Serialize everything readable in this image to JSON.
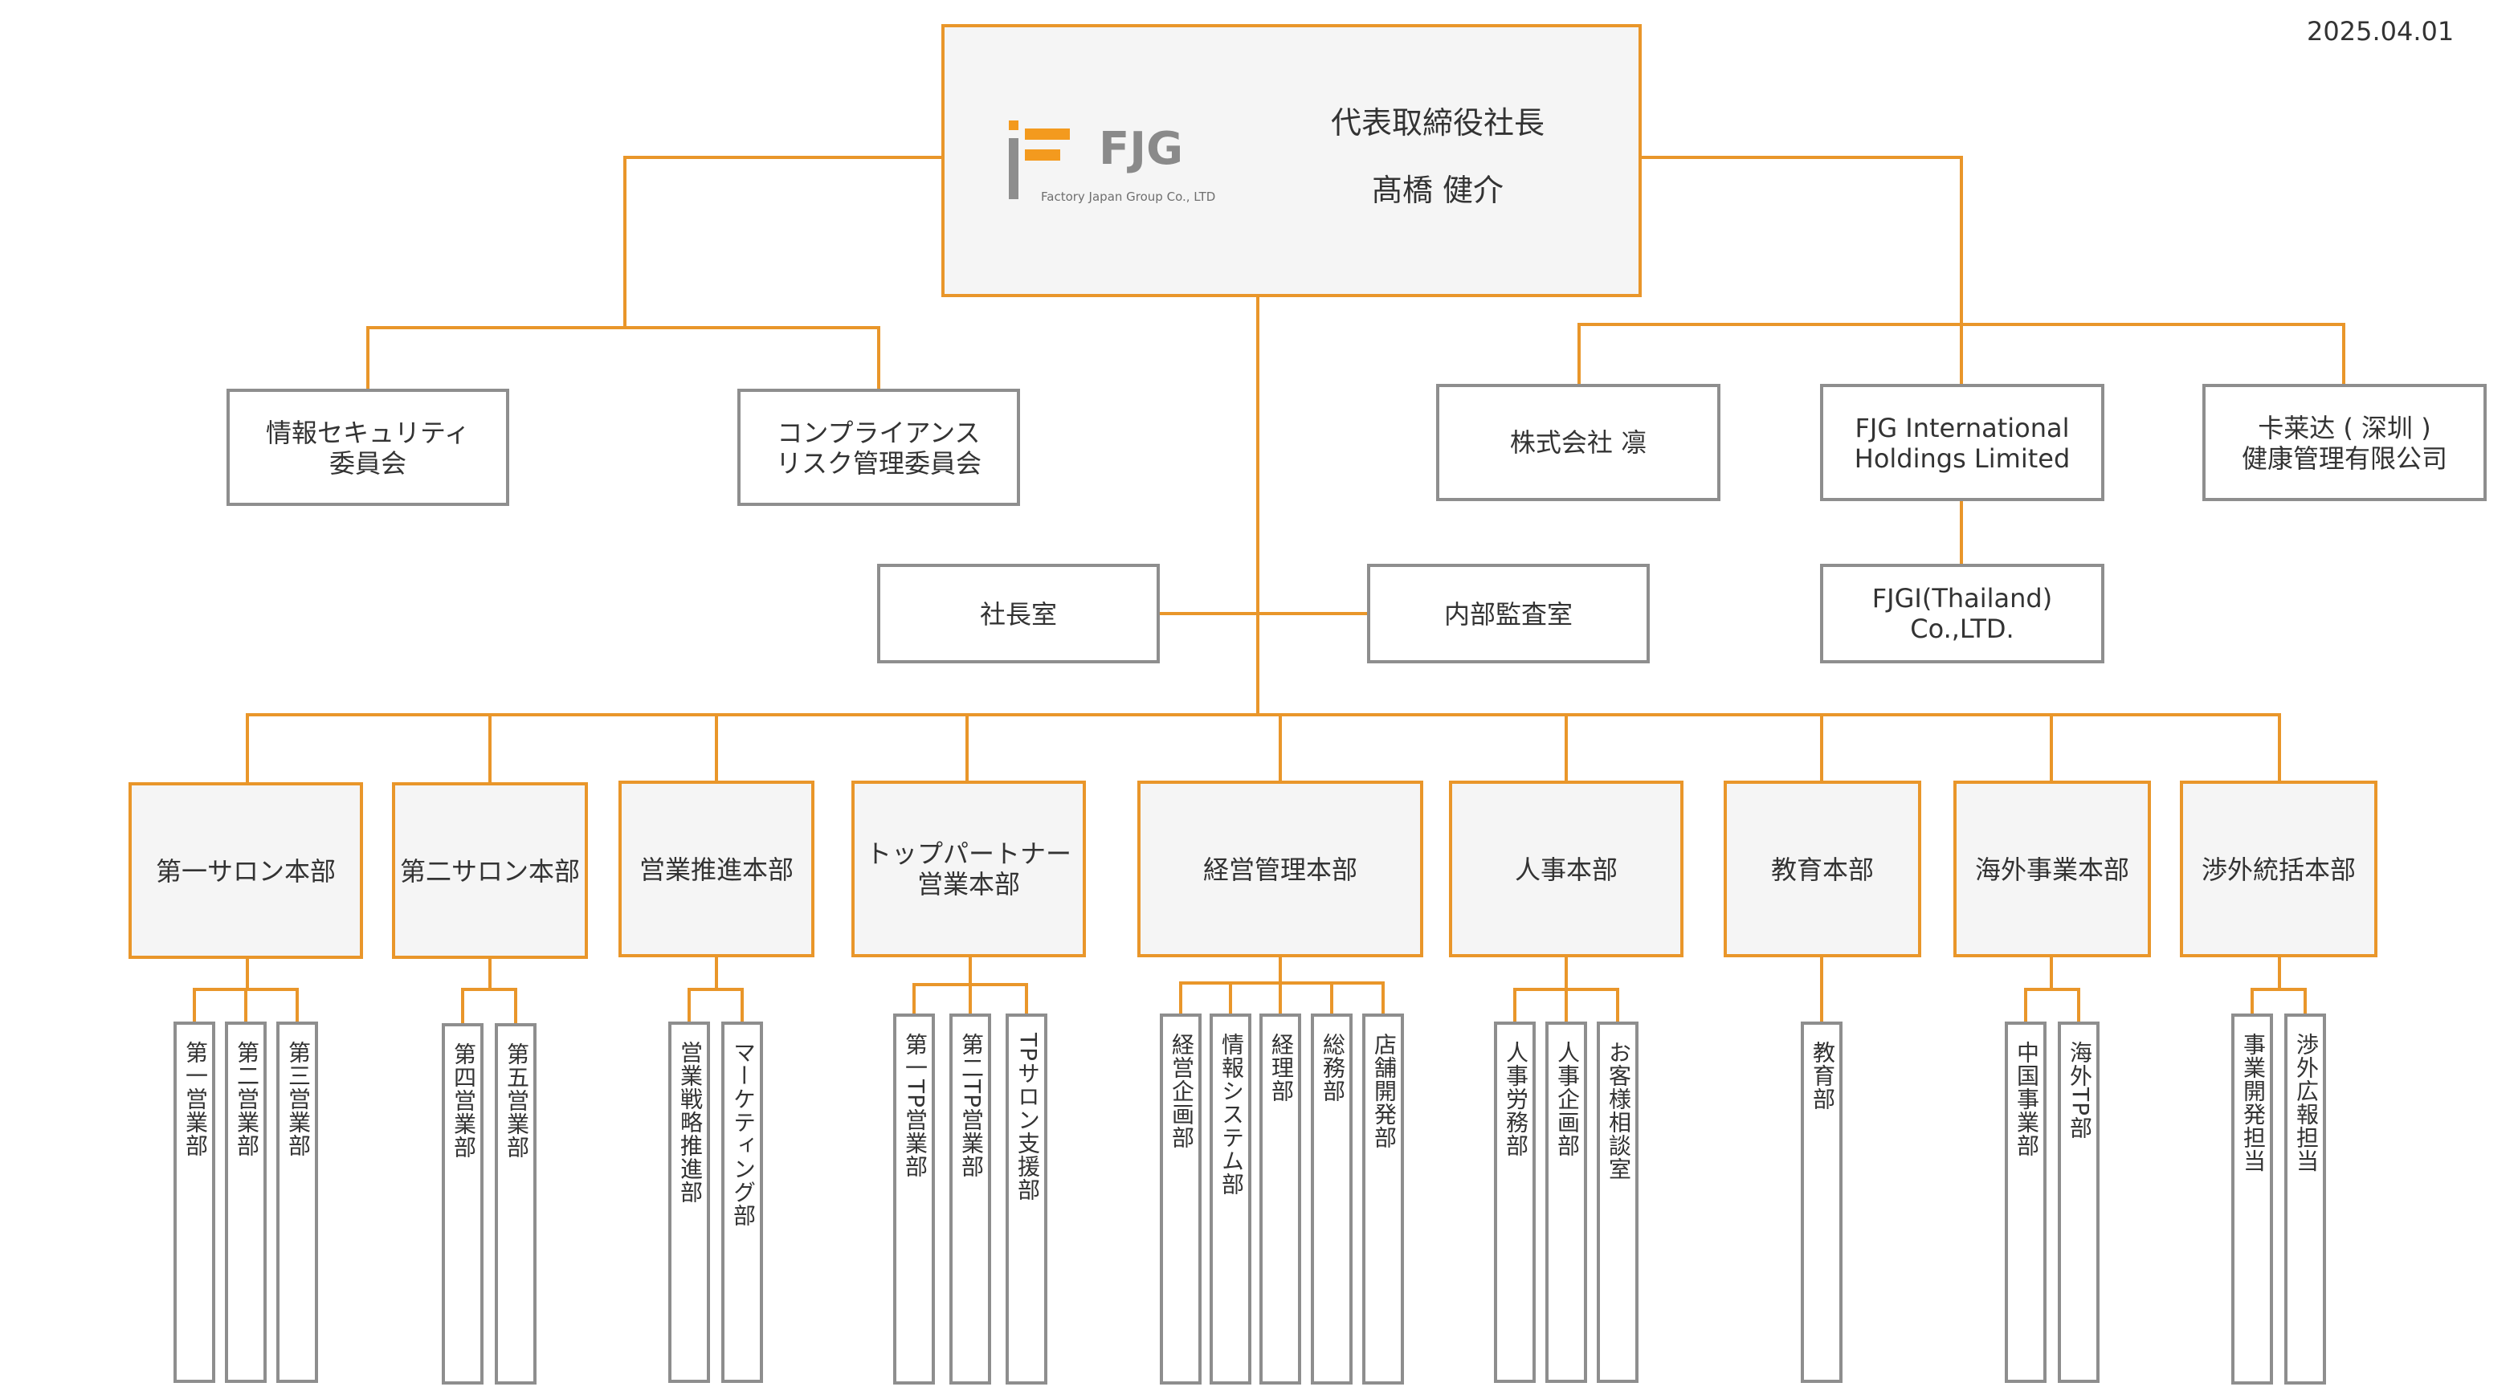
{
  "date": "2025.04.01",
  "logo": {
    "brand": "FJG",
    "tagline": "Factory Japan Group Co., LTD"
  },
  "top": {
    "title": "代表取締役社長",
    "name": "髙橋 健介"
  },
  "committees": [
    {
      "label": "情報セキュリティ\n委員会"
    },
    {
      "label": "コンプライアンス\nリスク管理委員会"
    }
  ],
  "subsidiaries": [
    {
      "label": "株式会社 凛"
    },
    {
      "label": "FJG International\nHoldings Limited"
    },
    {
      "label": "卡莱达 ( 深圳 )\n健康管理有限公司"
    },
    {
      "label": "FJGI(Thailand)\nCo.,LTD."
    }
  ],
  "offices": [
    {
      "label": "社長室"
    },
    {
      "label": "内部監査室"
    }
  ],
  "divisions": [
    {
      "label": "第一サロン本部",
      "departments": [
        "第一営業部",
        "第二営業部",
        "第三営業部"
      ]
    },
    {
      "label": "第二サロン本部",
      "departments": [
        "第四営業部",
        "第五営業部"
      ]
    },
    {
      "label": "営業推進本部",
      "departments": [
        "営業戦略推進部",
        "マーケティング部"
      ]
    },
    {
      "label": "トップパートナー\n営業本部",
      "departments": [
        "第一TP営業部",
        "第二TP営業部",
        "TPサロン支援部"
      ]
    },
    {
      "label": "経営管理本部",
      "departments": [
        "経営企画部",
        "情報システム部",
        "経理部",
        "総務部",
        "店舗開発部"
      ]
    },
    {
      "label": "人事本部",
      "departments": [
        "人事労務部",
        "人事企画部",
        "お客様相談室"
      ]
    },
    {
      "label": "教育本部",
      "departments": [
        "教育部"
      ]
    },
    {
      "label": "海外事業本部",
      "departments": [
        "中国事業部",
        "海外TP部"
      ]
    },
    {
      "label": "渉外統括本部",
      "departments": [
        "事業開発担当",
        "渉外広報担当"
      ]
    }
  ],
  "colors": {
    "line": "#e9962a",
    "gray_border": "#8e8e8e",
    "fill": "#f5f5f5"
  }
}
